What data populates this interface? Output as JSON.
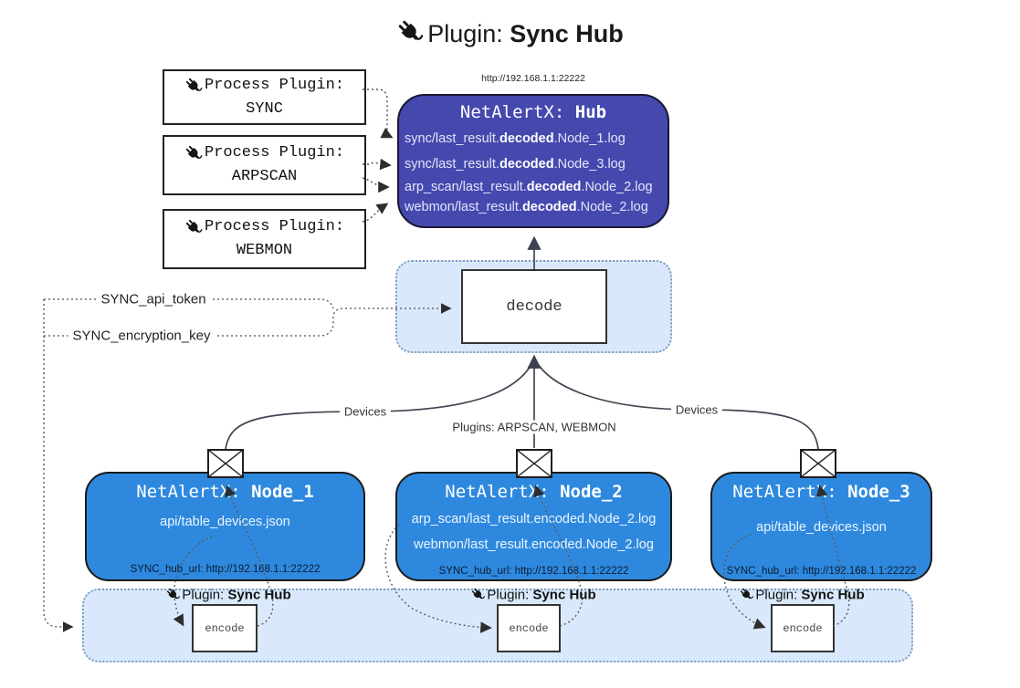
{
  "title": {
    "label": "Plugin:",
    "name": "Sync Hub"
  },
  "colors": {
    "hub_bg": "#4549ae",
    "node_bg": "#2e89de",
    "container_bg": "#d9e9fb",
    "container_border": "#7e9cc0"
  },
  "process_plugins": [
    {
      "label": "Process Plugin:",
      "name": "SYNC"
    },
    {
      "label": "Process Plugin:",
      "name": "ARPSCAN"
    },
    {
      "label": "Process Plugin:",
      "name": "WEBMON"
    }
  ],
  "hub": {
    "url": "http://192.168.1.1:22222",
    "prefix": "NetAlertX: ",
    "name": "Hub",
    "logs": [
      {
        "pre": "sync/last_result.",
        "bold": "decoded",
        "post": ".Node_1.log"
      },
      {
        "pre": "sync/last_result.",
        "bold": "decoded",
        "post": ".Node_3.log"
      },
      {
        "pre": "arp_scan/last_result.",
        "bold": "decoded",
        "post": ".Node_2.log"
      },
      {
        "pre": "webmon/last_result.",
        "bold": "decoded",
        "post": ".Node_2.log"
      }
    ]
  },
  "decode": {
    "label": "decode"
  },
  "edge_labels": {
    "api_token": "SYNC_api_token",
    "encryption_key": "SYNC_encryption_key",
    "devices_left": "Devices",
    "devices_right": "Devices",
    "plugins_middle": "Plugins: ARPSCAN, WEBMON"
  },
  "nodes": [
    {
      "prefix": "NetAlertX: ",
      "name": "Node_1",
      "lines": [
        "api/table_devices.json"
      ],
      "hub_url": "SYNC_hub_url: http://192.168.1.1:22222"
    },
    {
      "prefix": "NetAlertX: ",
      "name": "Node_2",
      "lines": [
        "arp_scan/last_result.encoded.Node_2.log",
        "webmon/last_result.encoded.Node_2.log"
      ],
      "hub_url": "SYNC_hub_url: http://192.168.1.1:22222"
    },
    {
      "prefix": "NetAlertX: ",
      "name": "Node_3",
      "lines": [
        "api/table_devices.json"
      ],
      "hub_url": "SYNC_hub_url: http://192.168.1.1:22222"
    }
  ],
  "encoders": [
    {
      "label": "Plugin:",
      "name": "Sync Hub",
      "box_label": "encode"
    },
    {
      "label": "Plugin:",
      "name": "Sync Hub",
      "box_label": "encode"
    },
    {
      "label": "Plugin:",
      "name": "Sync Hub",
      "box_label": "encode"
    }
  ]
}
